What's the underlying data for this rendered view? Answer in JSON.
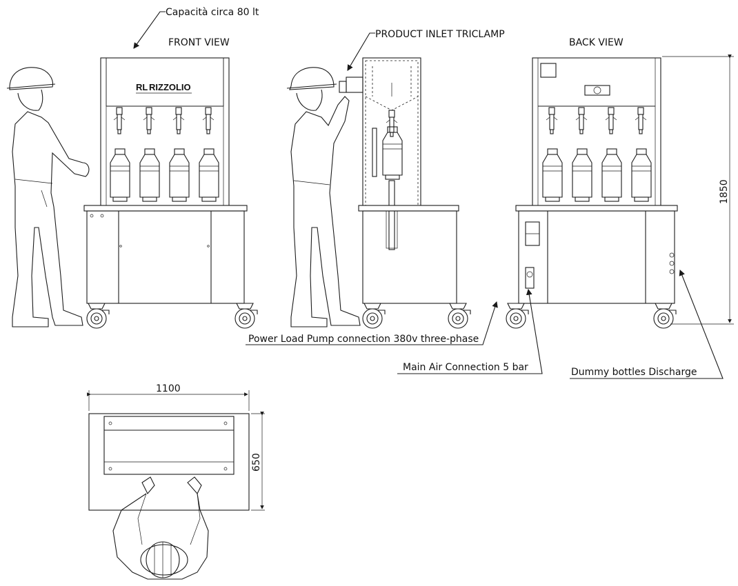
{
  "labels": {
    "capacity": "Capacità circa 80 lt",
    "front_view": "FRONT VIEW",
    "back_view": "BACK VIEW",
    "product_inlet": "PRODUCT INLET TRICLAMP",
    "power_load": "Power Load Pump connection 380v three-phase",
    "main_air": "Main Air Connection  5 bar",
    "dummy_bottles": "Dummy bottles Discharge",
    "logo": "RIZZOLIO",
    "logo_mark": "RL"
  },
  "dimensions": {
    "width": "1100",
    "depth": "650",
    "height": "1850"
  },
  "colors": {
    "line": "#1a1a1a",
    "background": "#ffffff"
  }
}
